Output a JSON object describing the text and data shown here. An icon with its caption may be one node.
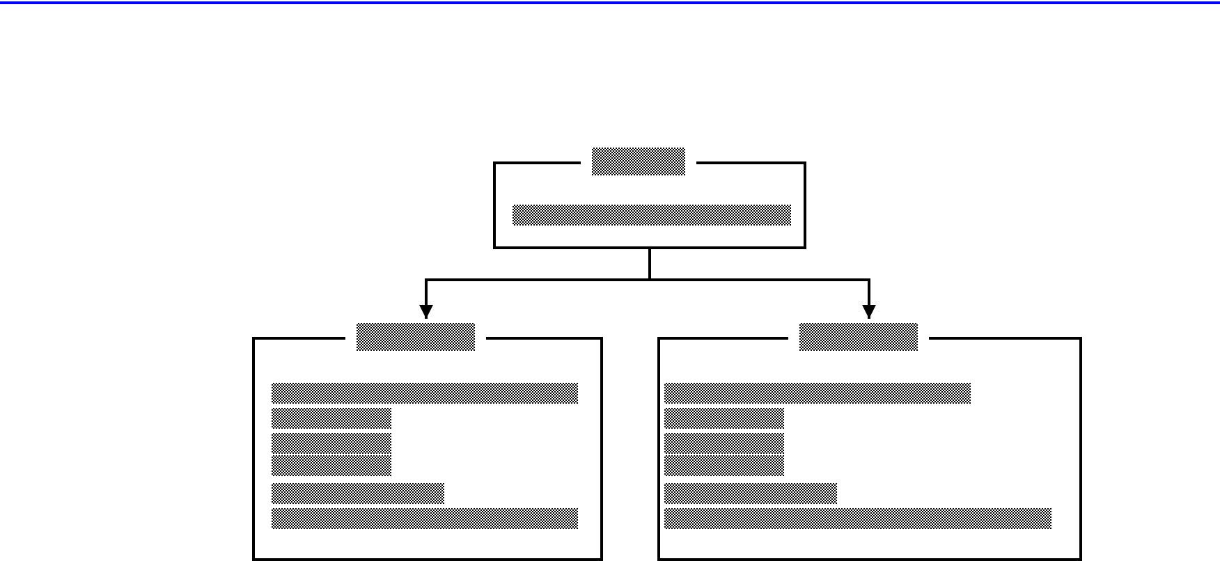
{
  "diagram": {
    "nodes": [
      {
        "text": [],
        "shape": "box"
      },
      {
        "text": [],
        "shape": "box"
      },
      {
        "text": [],
        "shape": "box"
      }
    ],
    "edges": [
      {
        "from": 0,
        "to": 1,
        "arrow": "to"
      },
      {
        "from": 0,
        "to": 2,
        "arrow": "to"
      }
    ]
  }
}
